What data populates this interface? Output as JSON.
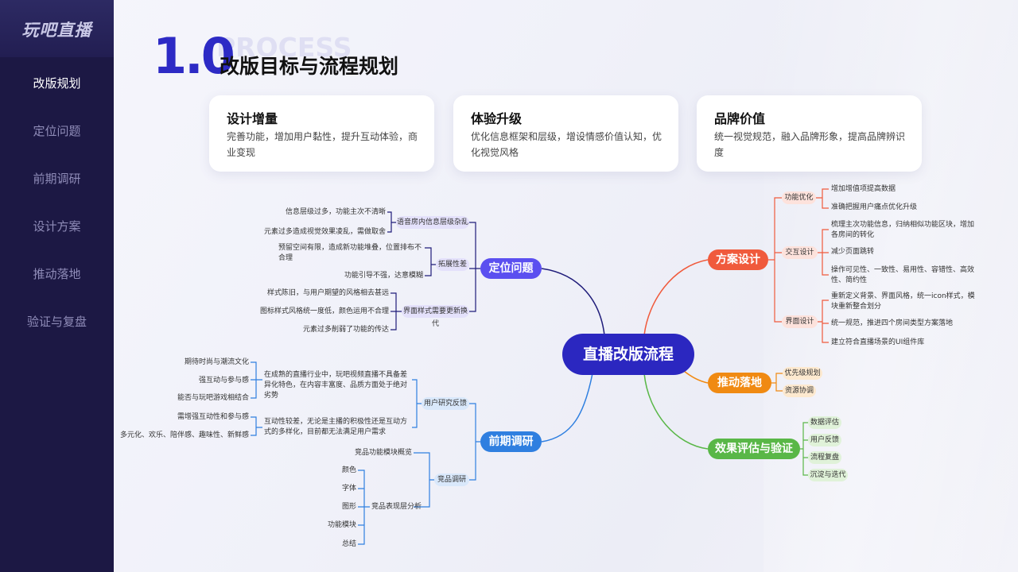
{
  "sidebar": {
    "logo": "玩吧直播",
    "items": [
      {
        "label": "改版规划",
        "active": true
      },
      {
        "label": "定位问题"
      },
      {
        "label": "前期调研"
      },
      {
        "label": "设计方案"
      },
      {
        "label": "推动落地"
      },
      {
        "label": "验证与复盘"
      }
    ]
  },
  "header": {
    "number": "1.0",
    "bg_word": "PROCESS",
    "title": "改版目标与流程规划"
  },
  "cards": [
    {
      "title": "设计增量",
      "desc": "完善功能，增加用户黏性，提升互动体验，商业变现"
    },
    {
      "title": "体验升级",
      "desc": "优化信息框架和层级，增设情感价值认知，优化视觉风格"
    },
    {
      "title": "品牌价值",
      "desc": "统一视觉规范，融入品牌形象，提高品牌辨识度"
    }
  ],
  "mindmap": {
    "root": "直播改版流程",
    "colors": {
      "root": "#2b27c0",
      "dingwei": "#5b4ff0",
      "qianqi": "#2f7fe0",
      "fangan": "#f05a3c",
      "tuidong": "#f08a12",
      "xiaoguo": "#59b747"
    },
    "dingwei": {
      "label": "定位问题",
      "subs": [
        {
          "label": "语音房内信息层级杂乱",
          "leaves": [
            "信息层级过多，功能主次不清晰",
            "元素过多造成视觉效果凌乱，需做取舍"
          ]
        },
        {
          "label": "拓展性差",
          "leaves": [
            "预留空间有限，造成新功能堆叠，位置排布不合理",
            "功能引导不强，达意模糊"
          ]
        },
        {
          "label": "界面样式需要更新换代",
          "leaves": [
            "样式陈旧，与用户期望的风格相去甚远",
            "图标样式风格统一度低，颜色运用不合理",
            "元素过多削弱了功能的传达"
          ]
        }
      ]
    },
    "qianqi": {
      "label": "前期调研",
      "subs": [
        {
          "label": "用户研究反馈",
          "groups": [
            {
              "text": "在成熟的直播行业中，玩吧视频直播不具备差异化特色，在内容丰富度、品质方面处于绝对劣势",
              "leaves": [
                "期待时尚与潮流文化",
                "强互动与参与感",
                "能否与玩吧游戏相结合"
              ]
            },
            {
              "text": "互动性较差，无论是主播的积极性还是互动方式的多样化，目前都无法满足用户需求",
              "leaves": [
                "需增强互动性和参与感",
                "多元化、欢乐、陪伴感、趣味性、新鲜感"
              ]
            }
          ]
        },
        {
          "label": "竞品调研",
          "groups": [
            {
              "text": "竞品功能模块概览",
              "leaves": []
            },
            {
              "text": "竞品表现层分析",
              "leaves": [
                "颜色",
                "字体",
                "图形",
                "功能模块",
                "总结"
              ]
            }
          ]
        }
      ]
    },
    "fangan": {
      "label": "方案设计",
      "subs": [
        {
          "label": "功能优化",
          "leaves": [
            "增加增值项提高数据",
            "准确把握用户痛点优化升级"
          ]
        },
        {
          "label": "交互设计",
          "leaves": [
            "梳理主次功能信息，归纳相似功能区块，增加各房间的转化",
            "减少页面跳转",
            "操作可见性、一致性、易用性、容错性、高效性、简约性"
          ]
        },
        {
          "label": "界面设计",
          "leaves": [
            "重新定义背景、界面风格，统一icon样式，模块重新整合划分",
            "统一规范，推进四个房间类型方案落地",
            "建立符合直播场景的UI组件库"
          ]
        }
      ]
    },
    "tuidong": {
      "label": "推动落地",
      "subs": [
        "优先级规划",
        "资源协调"
      ]
    },
    "xiaoguo": {
      "label": "效果评估与验证",
      "subs": [
        "数据评估",
        "用户反馈",
        "流程复盘",
        "沉淀与迭代"
      ]
    }
  }
}
